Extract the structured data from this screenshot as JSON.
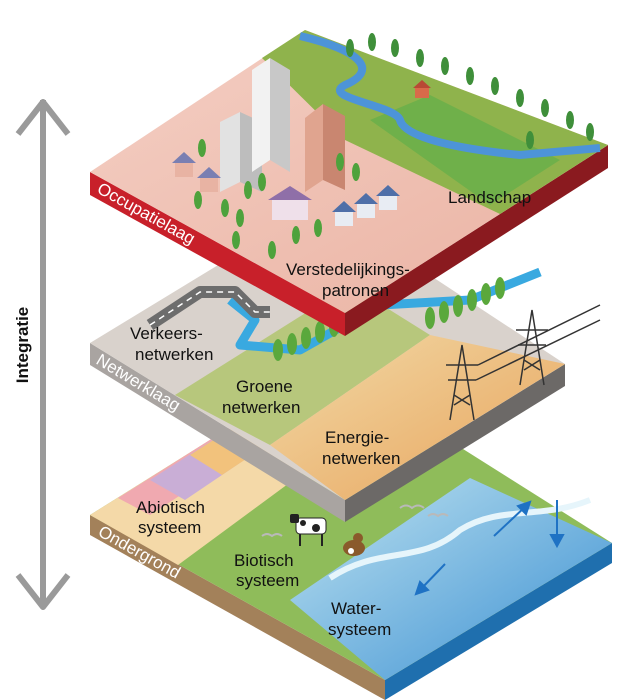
{
  "axis": {
    "label": "Integratie"
  },
  "layers": {
    "occupation": {
      "edge_label": "Occupatielaag",
      "landscape_label": "Landschap",
      "urban_label_line1": "Verstedelijkings-",
      "urban_label_line2": "patronen"
    },
    "network": {
      "edge_label": "Netwerklaag",
      "traffic_line1": "Verkeers-",
      "traffic_line2": "netwerken",
      "green_line1": "Groene",
      "green_line2": "netwerken",
      "energy_line1": "Energie-",
      "energy_line2": "netwerken"
    },
    "subsurface": {
      "edge_label": "Ondergrond",
      "abiotic_line1": "Abiotisch",
      "abiotic_line2": "systeem",
      "biotic_line1": "Biotisch",
      "biotic_line2": "systeem",
      "water_line1": "Water-",
      "water_line2": "systeem"
    }
  },
  "colors": {
    "occupation_edge": "#c8202a",
    "network_edge": "#a9a4a1",
    "subsurface_edge": "#a3815a",
    "water": "#3f8fd0",
    "grass": "#8fbc5a",
    "axis_arrow": "#9a9a9a"
  }
}
